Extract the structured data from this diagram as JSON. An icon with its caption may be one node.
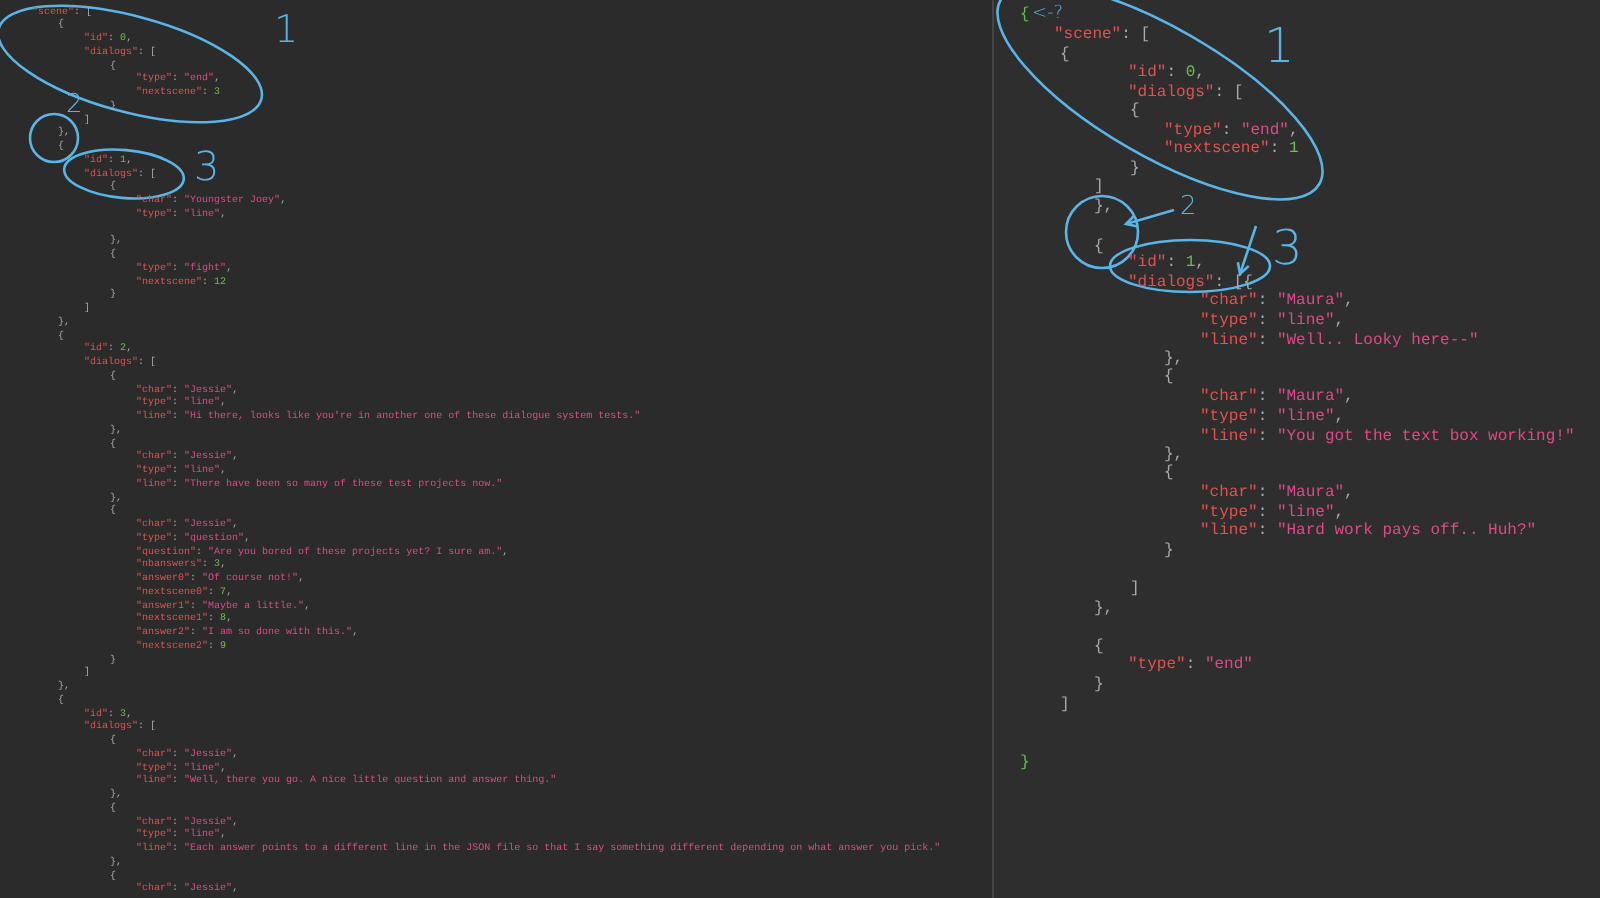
{
  "diagram": {
    "labels": [
      "\"scene\": [",
      "{",
      "\"id\": 0,",
      "\"dialogs\": [",
      "{",
      "\"type\": \"end\",",
      "\"nextscene\": 3",
      "}",
      "]",
      "},",
      "{",
      "\"id\": 1,",
      "\"dialogs\": [",
      "{",
      "\"char\": \"Youngster Joey\",",
      "\"type\": \"line\",",
      "},",
      "{",
      "\"type\": \"fight\",",
      "\"nextscene\": 12",
      "}",
      "]",
      "},",
      "{",
      "\"id\": 2,",
      "\"dialogs\": [",
      "{",
      "\"char\": \"Jessie\",",
      "\"type\": \"line\",",
      "\"line\": \"Hi there, looks like you're in another one of these dialogue system tests.\"",
      "},",
      "{",
      "\"char\": \"Jessie\",",
      "\"type\": \"line\",",
      "\"line\": \"There have been so many of these test projects now.\"",
      "},",
      "{",
      "\"char\": \"Jessie\",",
      "\"type\": \"question\",",
      "\"question\": \"Are you bored of these projects yet? I sure am.\",",
      "\"nbanswers\": 3,",
      "\"answer0\": \"Of course not!\",",
      "\"nextscene0\": 7,",
      "\"answer1\": \"Maybe a little.\",",
      "\"nextscene1\": 8,",
      "\"answer2\": \"I am so done with this.\",",
      "\"nextscene2\": 9",
      "}",
      "]",
      "},",
      "{",
      "\"id\": 3,",
      "\"dialogs\": [",
      "{",
      "\"char\": \"Jessie\",",
      "\"type\": \"line\",",
      "\"line\": \"Well, there you go. A nice little question and answer thing.\"",
      "},",
      "{",
      "\"char\": \"Jessie\",",
      "\"type\": \"line\",",
      "\"line\": \"Each answer points to a different line in the JSON file so that I say something different depending on what answer you pick.\"",
      "},",
      "{",
      "\"char\": \"Jessie\",",
      "1",
      "2",
      "3",
      "{",
      "\"scene\": [",
      "{",
      "\"id\": 0,",
      "\"dialogs\": [",
      "{",
      "\"type\": \"end\",",
      "\"nextscene\": 1",
      "}",
      "]",
      "},",
      "{",
      "\"id\": 1,",
      "\"dialogs\": [{",
      "\"char\": \"Maura\",",
      "\"type\": \"line\",",
      "\"line\": \"Well.. Looky here--\"",
      "},",
      "{",
      "\"char\": \"Maura\",",
      "\"type\": \"line\",",
      "\"line\": \"You got the text box working!\"",
      "},",
      "{",
      "\"char\": \"Maura\",",
      "\"type\": \"line\",",
      "\"line\": \"Hard work pays off.. Huh?\"",
      "}",
      "]",
      "},",
      "{",
      "\"type\": \"end\"",
      "}",
      "]",
      "}",
      "<-?",
      "1",
      "2",
      "3"
    ]
  }
}
